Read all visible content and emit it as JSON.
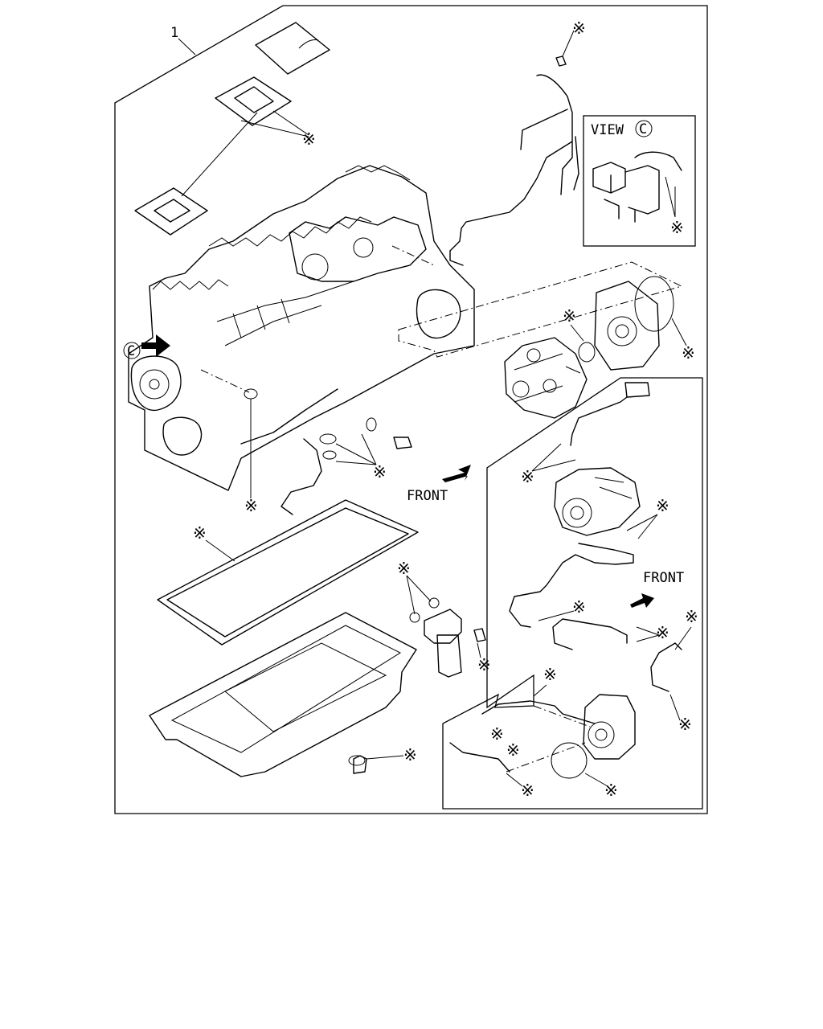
{
  "diagram": {
    "item_number": "1",
    "marker_symbol": "※",
    "view_title": "VIEW",
    "view_letter": "C",
    "view_arrow_letter": "C",
    "front_label_left": "FRONT",
    "front_label_right": "FRONT"
  }
}
